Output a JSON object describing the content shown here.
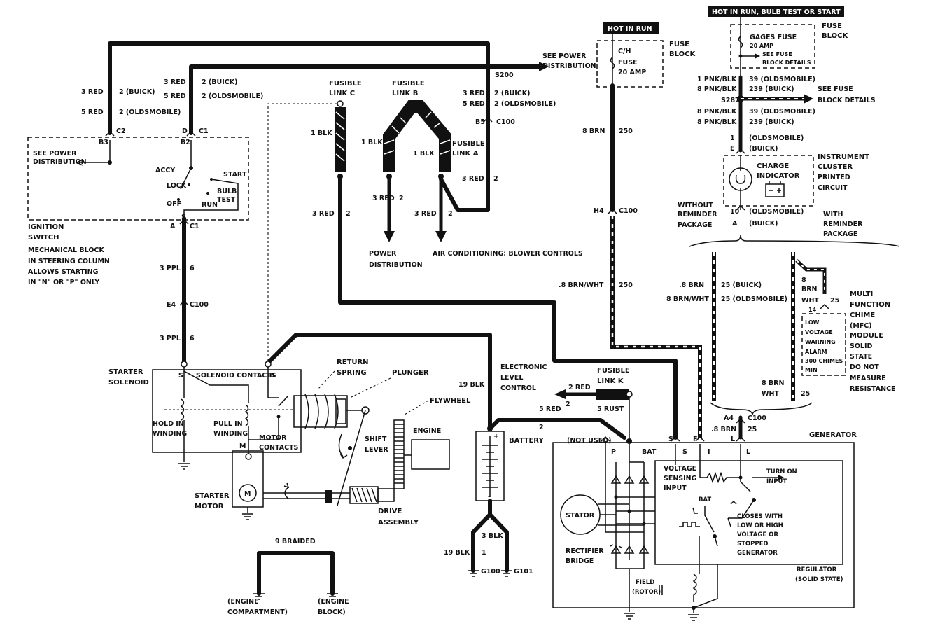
{
  "ignition": {
    "see_power": "SEE POWER",
    "distribution": "DISTRIBUTION",
    "accy": "ACCY",
    "lock": "LOCK",
    "off": "OFF",
    "run": "RUN",
    "start": "START",
    "bulb": "BULB",
    "test": "TEST",
    "title1": "IGNITION",
    "title2": "SWITCH",
    "note": [
      "MECHANICAL BLOCK",
      "IN STEERING COLUMN",
      "ALLOWS STARTING",
      "IN \"N\" OR \"P\" ONLY"
    ]
  },
  "top_wires": {
    "left_a": "3 RED",
    "left_b": "2 (BUICK)",
    "left_c": "5 RED",
    "left_d": "2 (OLDSMOBILE)",
    "mid_a": "3 RED",
    "mid_b": "2 (BUICK)",
    "mid_c": "5 RED",
    "mid_d": "2 (OLDSMOBILE)",
    "right_a": "3 RED",
    "right_b": "2 (BUICK)",
    "right_c": "5 RED",
    "right_d": "2 (OLDSMOBILE)"
  },
  "connectors": {
    "c2": "C2",
    "c1": "C1",
    "b3": "B3",
    "b2": "B2",
    "d": "D",
    "s200": "S200",
    "b5": "B5",
    "c100": "C100",
    "a": "A",
    "s": "S",
    "e4": "E4",
    "h4": "H4",
    "a4": "A4",
    "s287": "S287"
  },
  "see_power_dist": [
    "SEE POWER",
    "DISTRIBUTION"
  ],
  "fusible": {
    "c": [
      "FUSIBLE",
      "LINK C"
    ],
    "b": [
      "FUSIBLE",
      "LINK B"
    ],
    "a": [
      "FUSIBLE",
      "LINK A"
    ],
    "k": [
      "FUSIBLE",
      "LINK K"
    ],
    "c_wire": "1 BLK",
    "b_wire": "1 BLK",
    "a_wire": "1 BLK",
    "c_low_a": "3 RED",
    "c_low_b": "2",
    "b_low_a": "3 RED",
    "b_low_b": "2",
    "a_low_a": "3 RED",
    "a_low_b": "2",
    "a_side_a": "3 RED",
    "a_side_b": "2"
  },
  "power_distribution": [
    "POWER",
    "DISTRIBUTION"
  ],
  "ac_blower": "AIR CONDITIONING: BLOWER CONTROLS",
  "hot_in_run": "HOT IN RUN",
  "hot_in_run_bulb": "HOT IN RUN, BULB TEST OR START",
  "ch_fuse": [
    "C/H",
    "FUSE",
    "20 AMP"
  ],
  "fuse_block": [
    "FUSE",
    "BLOCK"
  ],
  "gages_fuse": [
    "GAGES FUSE",
    "20 AMP",
    "SEE FUSE",
    "BLOCK DETAILS"
  ],
  "fuse_block_right": [
    "FUSE",
    "BLOCK"
  ],
  "right_wires": {
    "r1a": "1 PNK/BLK",
    "r1b": "39 (OLDSMOBILE)",
    "r2a": "8 PNK/BLK",
    "r2b": "239 (BUICK)",
    "see_fuse": [
      "SEE FUSE",
      "BLOCK DETAILS"
    ],
    "r3a": "8 PNK/BLK",
    "r3b": "39 (OLDSMOBILE)",
    "r4a": "8 PNK/BLK",
    "r4b": "239 (BUICK)",
    "r5a": "1",
    "r5b": "(OLDSMOBILE)",
    "r6a": "E",
    "r6b": "(BUICK)"
  },
  "cluster": {
    "charge": [
      "CHARGE",
      "INDICATOR"
    ],
    "title": [
      "INSTRUMENT",
      "CLUSTER",
      "PRINTED",
      "CIRCUIT"
    ],
    "without": [
      "WITHOUT",
      "REMINDER",
      "PACKAGE"
    ],
    "with": [
      "WITH",
      "REMINDER",
      "PACKAGE"
    ],
    "p10a": "10",
    "p10b": "(OLDSMOBILE)",
    "pA": "A",
    "pAb": "(BUICK)"
  },
  "brn": {
    "w1a": "8 BRN",
    "w1b": "250",
    "w2a": ".8 BRN/WHT",
    "w2b": "250",
    "w3a": ".8  BRN",
    "w3b": "25 (BUICK)",
    "w4a": "8 BRN/WHT",
    "w4b": "25 (OLDSMOBILE)",
    "w5a": "8",
    "w5b": "BRN",
    "w5c": "WHT",
    "w5d": "25",
    "w6a": "8 BRN",
    "w6b": "WHT",
    "w6c": "25",
    "w7a": ".8 BRN",
    "w7b": "25",
    "p14": "14"
  },
  "chime": {
    "title": [
      "MULTI",
      "FUNCTION",
      "CHIME",
      "(MFC)",
      "MODULE"
    ],
    "box": [
      "LOW",
      "VOLTAGE",
      "WARNING",
      "ALARM",
      "300 CHIMES",
      "MIN"
    ],
    "note": [
      "SOLID",
      "STATE",
      "DO NOT",
      "MEASURE",
      "RESISTANCE"
    ]
  },
  "ppl": {
    "a1": "3 PPL",
    "a2": "6",
    "b1": "3 PPL",
    "b2": "6"
  },
  "solenoid": {
    "title": [
      "STARTER",
      "SOLENOID"
    ],
    "contacts": "SOLENOID CONTACTS",
    "s": "S",
    "b": "B",
    "m": "M",
    "hold": [
      "HOLD IN",
      "WINDING"
    ],
    "pull": [
      "PULL IN",
      "WINDING"
    ],
    "motor_contacts": [
      "MOTOR",
      "CONTACTS"
    ]
  },
  "starter_labels": {
    "return_spring": [
      "RETURN",
      "SPRING"
    ],
    "plunger": "PLUNGER",
    "flywheel": "FLYWHEEL",
    "shift": [
      "SHIFT",
      "LEVER"
    ],
    "engine": "ENGINE",
    "starter_motor": [
      "STARTER",
      "MOTOR"
    ],
    "drive": [
      "DRIVE",
      "ASSEMBLY"
    ],
    "m": "M"
  },
  "battery": {
    "label": "BATTERY",
    "w1": "19 BLK",
    "w2": "3 BLK",
    "w3": "19 BLK",
    "w4": "1",
    "g100": "G100",
    "g101": "G101"
  },
  "elc": [
    "ELECTRONIC",
    "LEVEL",
    "CONTROL"
  ],
  "link_k": {
    "a": "2 RED",
    "b": "2",
    "c": "5 RED",
    "d": "2",
    "e": "5 RUST"
  },
  "braided": {
    "label": "9 BRAIDED",
    "left": [
      "(ENGINE",
      "COMPARTMENT)"
    ],
    "right": [
      "(ENGINE",
      "BLOCK)"
    ]
  },
  "generator": {
    "title": "GENERATOR",
    "not_used": "(NOT USED)",
    "p": "P",
    "bat": "BAT",
    "s": "S",
    "f": "F",
    "i": "I",
    "l": "L",
    "stator": "STATOR",
    "rectifier": [
      "RECTIFIER",
      "BRIDGE"
    ],
    "vs": [
      "VOLTAGE",
      "SENSING",
      "INPUT"
    ],
    "turn_on": [
      "TURN ON",
      "INPUT"
    ],
    "bat2": "BAT",
    "closes": [
      "CLOSES WITH",
      "LOW OR HIGH",
      "VOLTAGE OR",
      "STOPPED",
      "GENERATOR"
    ],
    "regulator": [
      "REGULATOR",
      "(SOLID STATE)"
    ],
    "field": [
      "FIELD",
      "(ROTOR)"
    ]
  }
}
